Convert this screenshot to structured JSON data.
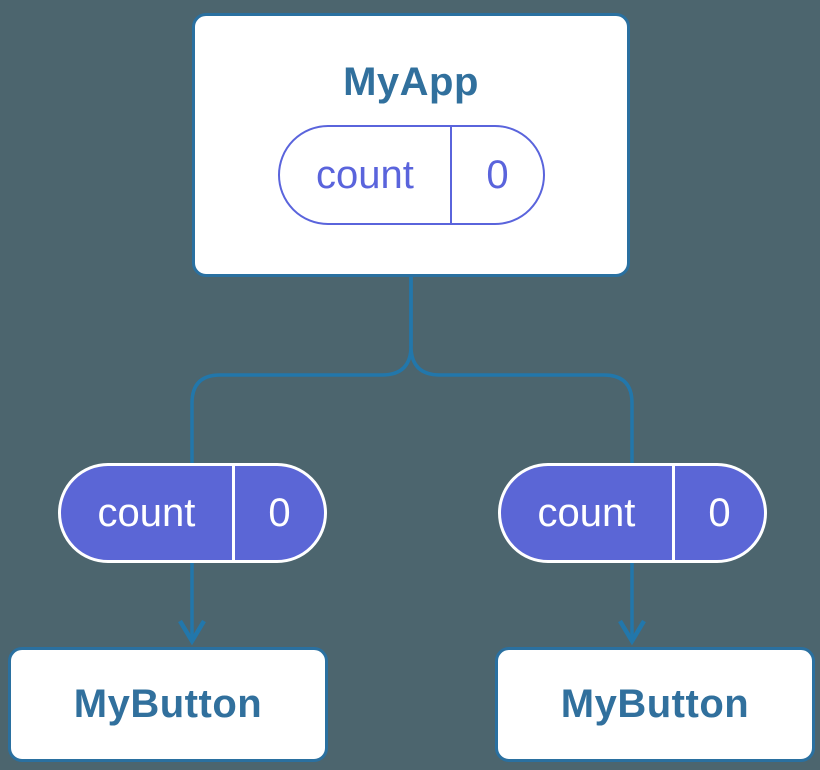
{
  "colors": {
    "background_color": "#4C656E",
    "line": "#2277AB",
    "box_border": "#2A70A0",
    "box_bg": "#FFFFFF",
    "title_text": "#31709D",
    "purple": "#5A64DC",
    "purple_fill": "#5B66D6",
    "pill_text_light": "#FFFFFF"
  },
  "root": {
    "title": "MyApp",
    "state": {
      "name": "count",
      "value": "0"
    }
  },
  "children": [
    {
      "title": "MyButton",
      "state": {
        "name": "count",
        "value": "0"
      }
    },
    {
      "title": "MyButton",
      "state": {
        "name": "count",
        "value": "0"
      }
    }
  ]
}
